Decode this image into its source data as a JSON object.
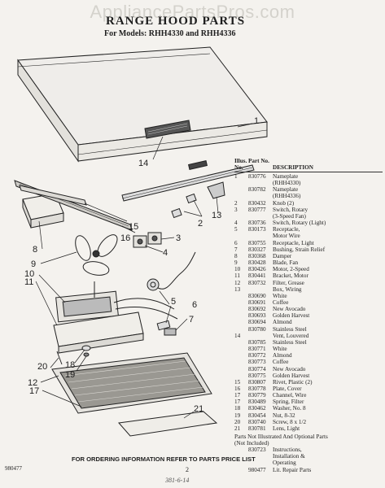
{
  "watermark": "AppliancePartsPros.com",
  "title": "RANGE HOOD PARTS",
  "models_line": "For Models: RHH4330 and RHH4336",
  "callouts": [
    "1",
    "14",
    "2",
    "13",
    "3",
    "4",
    "5",
    "6",
    "7",
    "8",
    "9",
    "10",
    "11",
    "12",
    "15",
    "16",
    "17",
    "18",
    "19",
    "20",
    "21"
  ],
  "table": {
    "headers": {
      "illus": "Illus. No.",
      "part": "Part No.",
      "desc": "DESCRIPTION"
    },
    "rows": [
      [
        "1",
        "830776",
        "Nameplate"
      ],
      [
        "",
        "",
        "(RHH4330)"
      ],
      [
        "",
        "830782",
        "Nameplate"
      ],
      [
        "",
        "",
        "(RHH4336)"
      ],
      [
        "2",
        "830432",
        "Knob (2)"
      ],
      [
        "3",
        "830777",
        "Switch, Rotary"
      ],
      [
        "",
        "",
        "(3-Speed Fan)"
      ],
      [
        "4",
        "830736",
        "Switch, Rotary (Light)"
      ],
      [
        "5",
        "830173",
        "Receptacle,"
      ],
      [
        "",
        "",
        "Motor Wire"
      ],
      [
        "6",
        "830755",
        "Receptacle, Light"
      ],
      [
        "7",
        "830327",
        "Bushing, Strain Relief"
      ],
      [
        "8",
        "830368",
        "Damper"
      ],
      [
        "9",
        "830428",
        "Blade, Fan"
      ],
      [
        "10",
        "830426",
        "Motor, 2-Speed"
      ],
      [
        "11",
        "830441",
        "Bracket, Motor"
      ],
      [
        "12",
        "830732",
        "Filter, Grease"
      ],
      [
        "13",
        "",
        "Box, Wiring"
      ],
      [
        "",
        "830690",
        "White"
      ],
      [
        "",
        "830691",
        "Coffee"
      ],
      [
        "",
        "830692",
        "New Avocado"
      ],
      [
        "",
        "830693",
        "Golden Harvest"
      ],
      [
        "",
        "830694",
        "Almond"
      ],
      [
        "",
        "830780",
        "Stainless Steel"
      ],
      [
        "14",
        "",
        "Vent, Louvered"
      ],
      [
        "",
        "830785",
        "Stainless Steel"
      ],
      [
        "",
        "830771",
        "White"
      ],
      [
        "",
        "830772",
        "Almond"
      ],
      [
        "",
        "830773",
        "Coffee"
      ],
      [
        "",
        "830774",
        "New Avocado"
      ],
      [
        "",
        "830775",
        "Golden Harvest"
      ],
      [
        "15",
        "830807",
        "Rivet, Plastic (2)"
      ],
      [
        "16",
        "830778",
        "Plate, Cover"
      ],
      [
        "17",
        "830779",
        "Channel, Wire"
      ],
      [
        "17",
        "830489",
        "Spring, Filter"
      ],
      [
        "18",
        "830462",
        "Washer, No. 8"
      ],
      [
        "19",
        "830454",
        "Nut, 8-32"
      ],
      [
        "20",
        "830740",
        "Screw, 8 x 1/2"
      ],
      [
        "21",
        "830781",
        "Lens, Light"
      ]
    ],
    "not_illustrated_label": "Parts Not Illustrated And Optional Parts (Not Included)",
    "extra_rows": [
      [
        "",
        "830723",
        "Instructions,"
      ],
      [
        "",
        "",
        "Installation &"
      ],
      [
        "",
        "",
        "Operating"
      ],
      [
        "",
        "980477",
        "Lit. Repair Parts"
      ]
    ]
  },
  "footer": "FOR ORDERING INFORMATION REFER TO PARTS PRICE LIST",
  "doc_code": "980477",
  "page_number": "2",
  "hand_note": "381-6-14"
}
